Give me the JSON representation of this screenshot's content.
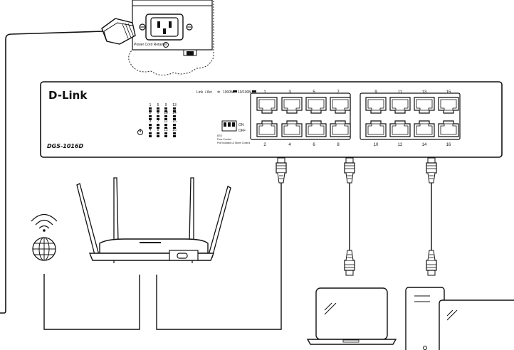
{
  "switch": {
    "brand": "D-Link",
    "model": "DGS-1016D",
    "legend_link": "Link",
    "legend_act": "/ Act",
    "legend_1000": "1000M",
    "legend_10100": "10/100M",
    "dip_on": "ON",
    "dip_off": "OFF",
    "dip_label_1": "EEE",
    "dip_label_2": "Flow Control",
    "dip_label_3": "Port Isolation & Storm Control",
    "top_ports": [
      "1",
      "3",
      "5",
      "7",
      "9",
      "11",
      "13",
      "15"
    ],
    "bottom_ports": [
      "2",
      "4",
      "6",
      "8",
      "10",
      "12",
      "14",
      "16"
    ],
    "led_rows": [
      [
        "1",
        "5",
        "9",
        "13"
      ],
      [
        "2",
        "6",
        "10",
        "14"
      ],
      [
        "3",
        "7",
        "11",
        "15"
      ],
      [
        "4",
        "8",
        "12",
        "16"
      ]
    ]
  },
  "power_inset": {
    "label": "Power Cord Retainer"
  }
}
